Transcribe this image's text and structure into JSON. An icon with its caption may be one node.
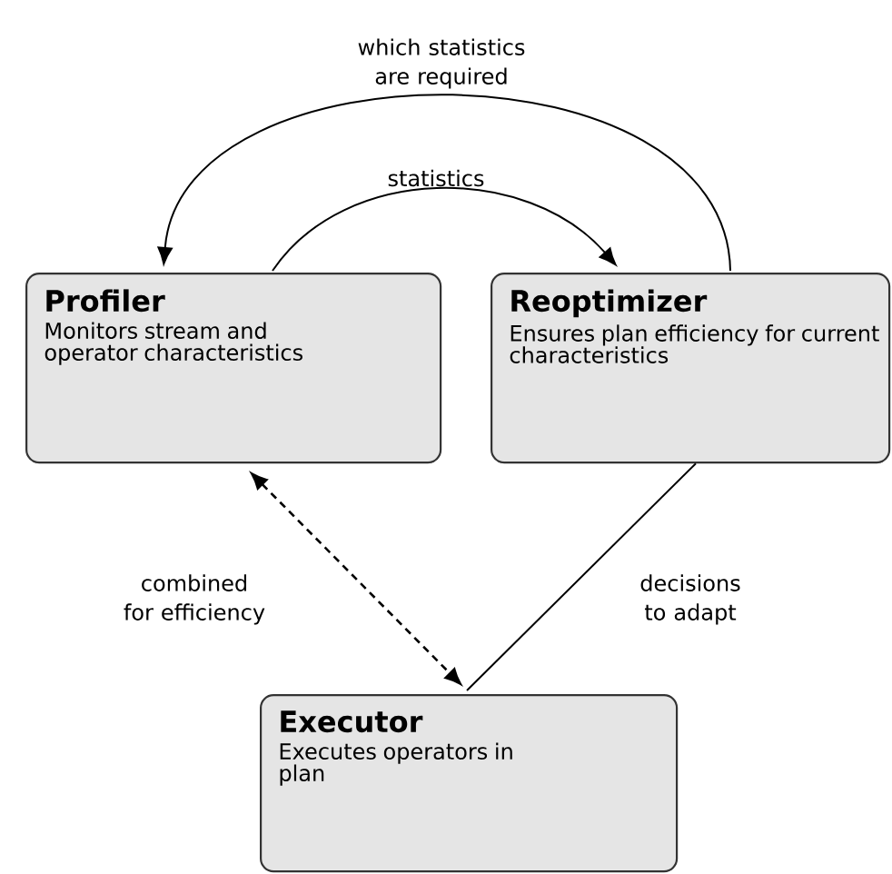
{
  "diagram": {
    "nodes": [
      {
        "text": [
          "Profiler",
          "Monitors stream and operator characteristics"
        ]
      },
      {
        "text": [
          "Reoptimizer",
          "Ensures plan efficiency for current characteristics"
        ]
      },
      {
        "text": [
          "Executor",
          "Executes operators in plan"
        ]
      }
    ],
    "edges": [
      {
        "from": 1,
        "to": 0,
        "arrow": "to",
        "label": "which statistics are required"
      },
      {
        "from": 0,
        "to": 1,
        "arrow": "to",
        "label": "statistics"
      },
      {
        "from": 0,
        "to": 2,
        "arrow": "both",
        "style": "dashed",
        "label": "combined for efficiency"
      },
      {
        "from": 1,
        "to": 2,
        "arrow": "none",
        "label": "decisions to adapt"
      }
    ]
  }
}
